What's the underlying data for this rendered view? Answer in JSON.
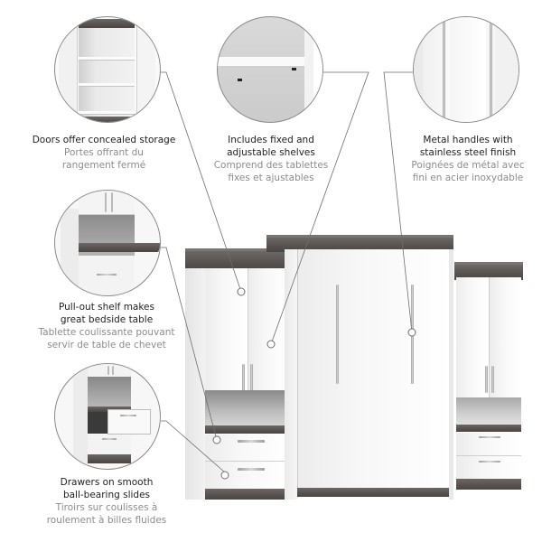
{
  "features": [
    {
      "id": "doors",
      "title_en": "Doors offer concealed storage",
      "title_fr_line1": "Portes offrant du",
      "title_fr_line2": "rangement fermé",
      "icon": "cabinet-open-shelves-icon"
    },
    {
      "id": "shelves",
      "title_en_line1": "Includes fixed and",
      "title_en_line2": "adjustable shelves",
      "title_fr_line1": "Comprend des tablettes",
      "title_fr_line2": "fixes et ajustables",
      "icon": "shelf-closeup-icon"
    },
    {
      "id": "handles",
      "title_en_line1": "Metal handles with",
      "title_en_line2": "stainless steel finish",
      "title_fr_line1": "Poignées de métal avec",
      "title_fr_line2": "fini en acier inoxydable",
      "icon": "metal-handle-icon"
    },
    {
      "id": "pullout",
      "title_en_line1": "Pull-out shelf makes",
      "title_en_line2": "great bedside table",
      "title_fr_line1": "Tablette coulissante pouvant",
      "title_fr_line2": "servir de table de chevet",
      "icon": "pull-out-shelf-icon"
    },
    {
      "id": "drawers",
      "title_en_line1": "Drawers on smooth",
      "title_en_line2": "ball-bearing slides",
      "title_fr_line1": "Tiroirs sur coulisses à",
      "title_fr_line2": "roulement à billes fluides",
      "icon": "drawer-icon"
    }
  ],
  "colors": {
    "white_finish": "#f5f5f5",
    "wood_accent": "#5a5553",
    "caption_en": "#1e1e1e",
    "caption_fr": "#8c8c8c",
    "leader_line": "#6e6e6e"
  }
}
